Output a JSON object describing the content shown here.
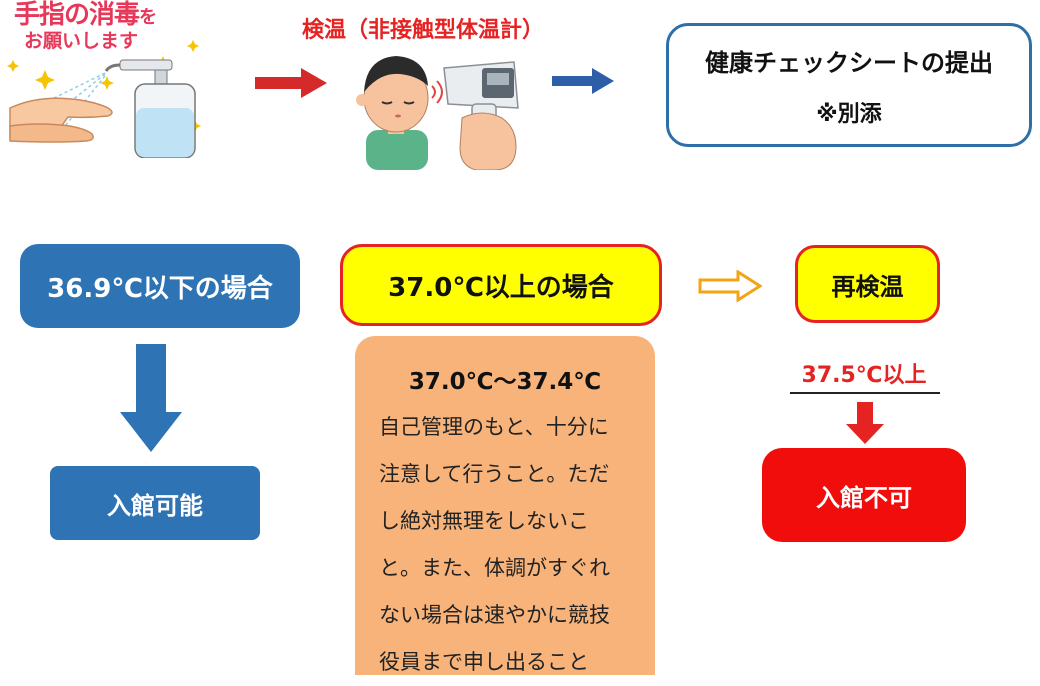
{
  "top": {
    "sanitize_line1": "手指の消毒",
    "sanitize_line1_tail": "を",
    "sanitize_line2": "お願いします",
    "thermo_title": "検温（非接触型体温計）",
    "check_sheet_line1": "健康チェックシートの提出",
    "check_sheet_line2": "※別添"
  },
  "flow": {
    "below_label": "36.9℃以下の場合",
    "above_label": "37.0℃以上の場合",
    "recheck_label": "再検温",
    "ok_label": "入館可能",
    "threshold_label": "37.5℃以上",
    "ng_label": "入館不可"
  },
  "note": {
    "heading": "37.0℃～37.4℃",
    "lines": [
      "自己管理のもと、十分に",
      "注意して行うこと。ただ",
      "し絶対無理をしないこ",
      "と。また、体調がすぐれ",
      "ない場合は速やかに競技",
      "役員まで申し出ること"
    ]
  },
  "colors": {
    "blue": "#2e74b5",
    "red": "#e62323",
    "yellow": "#ffff00",
    "orange": "#f7b37a",
    "arrow_blue": "#2f5ea8"
  }
}
